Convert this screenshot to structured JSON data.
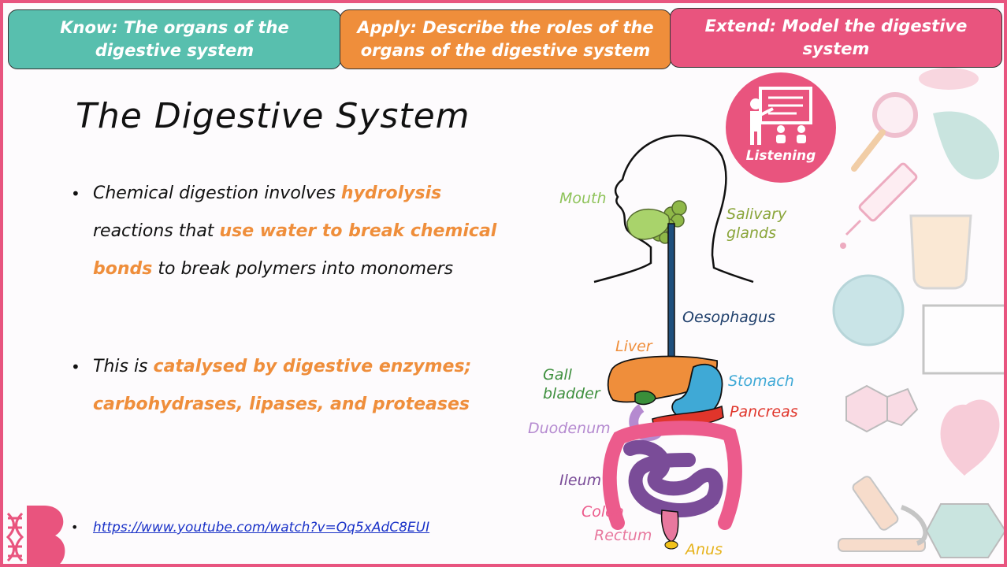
{
  "banners": {
    "know": "Know: The organs of the digestive system",
    "apply": "Apply: Describe the roles of the organs of the digestive system",
    "extend": "Extend: Model the digestive system"
  },
  "title": "The Digestive System",
  "bullet1": {
    "t1": "Chemical digestion involves ",
    "h1": "hydrolysis",
    "t2": " reactions that ",
    "h2": "use water to break chemical bonds",
    "t3": " to break polymers into monomers"
  },
  "bullet2": {
    "t1": "This is ",
    "h1": "catalysed by digestive enzymes; carbohydrases, lipases, and proteases"
  },
  "link": "https://www.youtube.com/watch?v=Oq5xAdC8EUI",
  "listening": {
    "label": "Listening",
    "icon": "teacher-presenting-icon"
  },
  "organs": {
    "mouth": "Mouth",
    "salivary": "Salivary glands",
    "oesophagus": "Oesophagus",
    "liver": "Liver",
    "gall": "Gall bladder",
    "stomach": "Stomach",
    "pancreas": "Pancreas",
    "duodenum": "Duodenum",
    "ileum": "Ileum",
    "colon": "Colon",
    "rectum": "Rectum",
    "anus": "Anus"
  },
  "colors": {
    "know": "#58bfae",
    "apply": "#ef8e3b",
    "extend": "#e9547e",
    "highlight": "#ef8e3b",
    "link": "#1a32c8"
  }
}
